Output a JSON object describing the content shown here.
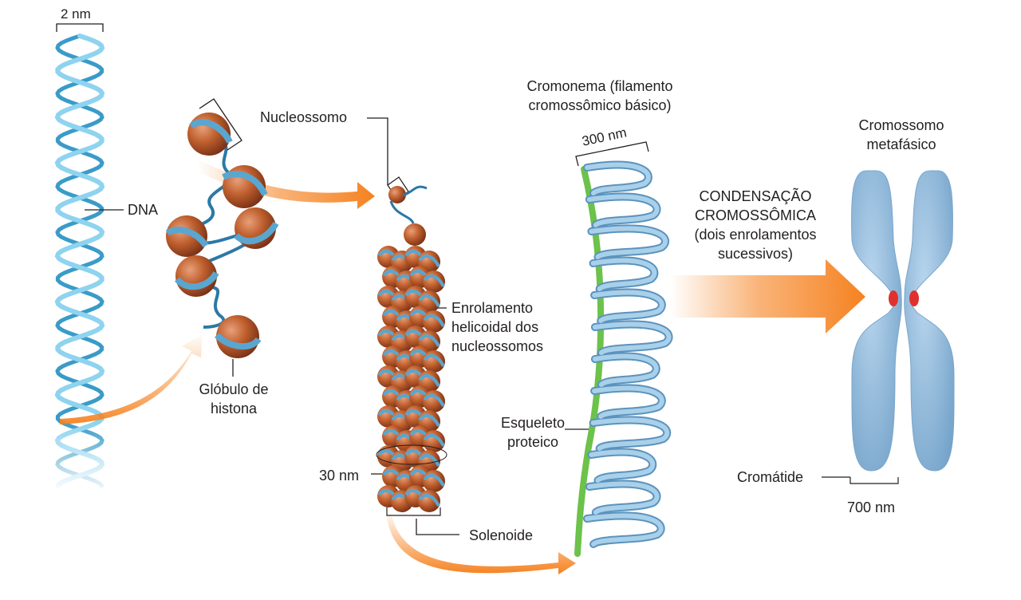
{
  "labels": {
    "dna_width": "2 nm",
    "nucleosome": "Nucleossomo",
    "dna": "DNA",
    "histone_line1": "Glóbulo de",
    "histone_line2": "histona",
    "helical_line1": "Enrolamento",
    "helical_line2": "helicoidal dos",
    "helical_line3": "nucleossomos",
    "width_30": "30 nm",
    "solenoid": "Solenoide",
    "chromonema_line1": "Cromonema (filamento",
    "chromonema_line2": "cromossômico básico)",
    "width_300": "300 nm",
    "scaffold_line1": "Esqueleto",
    "scaffold_line2": "proteico",
    "condensation_line1": "CONDENSAÇÃO",
    "condensation_line2": "CROMOSSÔMICA",
    "condensation_line3": "(dois enrolamentos",
    "condensation_line4": "sucessivos)",
    "chromosome_line1": "Cromossomo",
    "chromosome_line2": "metafásico",
    "chromatid": "Cromátide",
    "width_700": "700 nm"
  },
  "colors": {
    "dna_light": "#8ed3ef",
    "dna_dark": "#3a9bc8",
    "histone": "#b5532a",
    "histone_band": "#5aa6cf",
    "linker": "#2b79a6",
    "fiber": "#8fbfdd",
    "scaffold": "#6cc24a",
    "chromosome": "#9cc3e2",
    "centromere": "#e0312d",
    "arrow": "#f58220",
    "leader_line": "#231f20"
  }
}
